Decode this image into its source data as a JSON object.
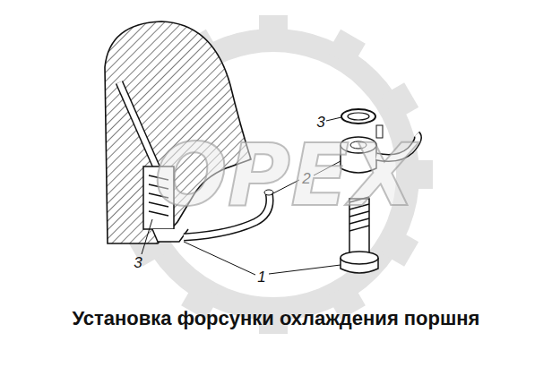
{
  "diagram": {
    "caption": "Установка форсунки охлаждения поршня",
    "labels": [
      "3",
      "2",
      "OPEX",
      "3",
      "1"
    ]
  }
}
